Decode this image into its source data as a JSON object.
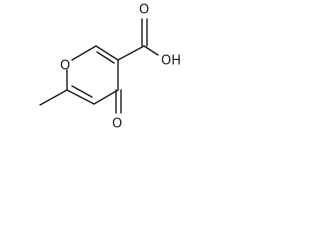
{
  "molecule": {
    "atoms": {
      "ring_oxygen": "O",
      "keto_oxygen": "O",
      "carboxyl_oxygen": "O",
      "hydroxyl": "OH"
    }
  }
}
